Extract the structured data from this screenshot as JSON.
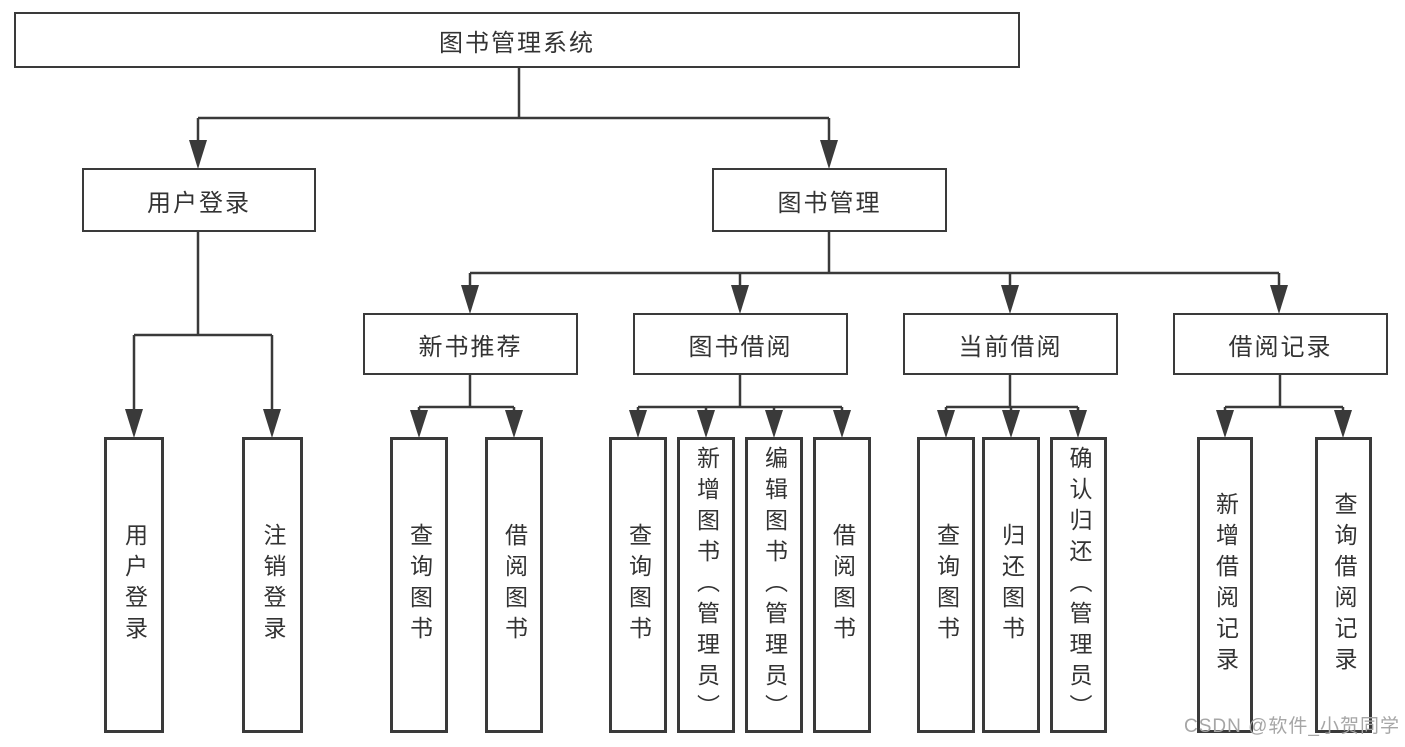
{
  "title": "图书管理系统",
  "watermark": "CSDN @软件_小贺同学",
  "colors": {
    "line": "#3a3a3a",
    "text": "#333333",
    "box_fill": "#ffffff",
    "background": "#ffffff",
    "watermark": "#a6a6a6"
  },
  "tree": {
    "root": "图书管理系统",
    "level2": [
      {
        "label": "用户登录",
        "leaves": [
          "用户登录",
          "注销登录"
        ]
      },
      {
        "label": "图书管理",
        "sections": [
          {
            "label": "新书推荐",
            "leaves": [
              "查询图书",
              "借阅图书"
            ]
          },
          {
            "label": "图书借阅",
            "leaves": [
              "查询图书",
              "新增图书（管理员）",
              "编辑图书（管理员）",
              "借阅图书"
            ]
          },
          {
            "label": "当前借阅",
            "leaves": [
              "查询图书",
              "归还图书",
              "确认归还（管理员）"
            ]
          },
          {
            "label": "借阅记录",
            "leaves": [
              "新增借阅记录",
              "查询借阅记录"
            ]
          }
        ]
      }
    ]
  }
}
